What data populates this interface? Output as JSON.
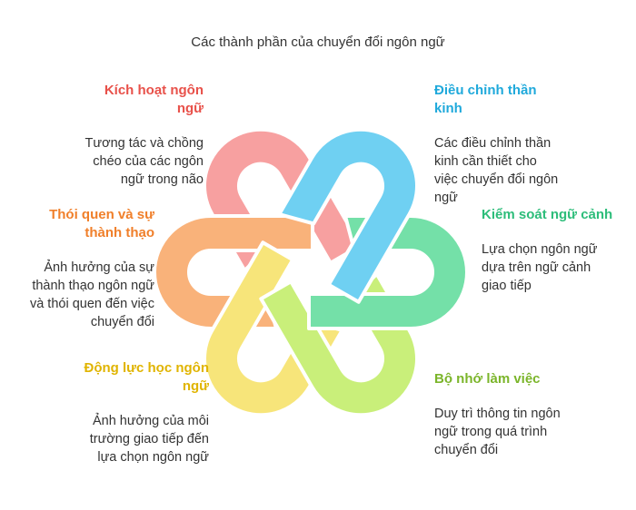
{
  "title": "Các thành phần của chuyển đổi ngôn ngữ",
  "colors": {
    "red": "#e8514a",
    "blue": "#1fa9db",
    "orange": "#f07f2a",
    "green": "#2dbd7a",
    "yellow": "#e0b400",
    "lime": "#7bb52a",
    "petal_red": "#f7a0a0",
    "petal_blue": "#6fd0f2",
    "petal_orange": "#f9b27a",
    "petal_green": "#74e0a8",
    "petal_yellow": "#f7e57a",
    "petal_lime": "#c9ef7a"
  },
  "items": {
    "activation": {
      "heading": "Kích hoạt ngôn ngữ",
      "text": "Tương tác và chồng chéo của các ngôn ngữ trong não"
    },
    "neural": {
      "heading": "Điều chỉnh thần kinh",
      "text": "Các điều chỉnh thần kinh cần thiết cho việc chuyển đổi ngôn ngữ"
    },
    "habits": {
      "heading": "Thói quen và sự thành thạo",
      "text": "Ảnh hưởng của sự thành thạo ngôn ngữ và thói quen đến việc chuyển đổi"
    },
    "context": {
      "heading": "Kiểm soát ngữ cảnh",
      "text": "Lựa chọn ngôn ngữ dựa trên ngữ cảnh giao tiếp"
    },
    "motivation": {
      "heading": "Động lực học ngôn ngữ",
      "text": "Ảnh hưởng của môi trường giao tiếp đến lựa chọn ngôn ngữ"
    },
    "memory": {
      "heading": "Bộ nhớ làm việc",
      "text": "Duy trì thông tin ngôn ngữ trong quá trình chuyển đổi"
    }
  }
}
